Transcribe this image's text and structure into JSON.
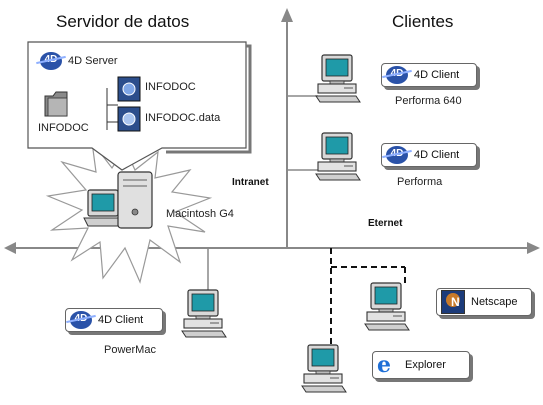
{
  "headings": {
    "server": "Servidor de datos",
    "clients": "Clientes"
  },
  "server_box": {
    "product": "4D Server",
    "folder": "INFODOC",
    "file1": "INFODOC",
    "file2": "INFODOC.data"
  },
  "server_machine": "Macintosh G4",
  "network": {
    "intranet": "Intranet",
    "ethernet": "Eternet"
  },
  "clients": {
    "c1": {
      "app": "4D Client",
      "machine": "Performa 640"
    },
    "c2": {
      "app": "4D Client",
      "machine": "Performa"
    },
    "c3": {
      "app": "4D Client",
      "machine": "PowerMac"
    }
  },
  "browsers": {
    "netscape": "Netscape",
    "explorer": "Explorer"
  },
  "icons": [
    "4d-logo-icon",
    "folder-icon",
    "database-file-icon",
    "computer-icon",
    "server-tower-icon",
    "netscape-icon",
    "explorer-icon"
  ],
  "colors": {
    "line": "#888888",
    "monitor_screen": "#1f9aa8",
    "logo_blue": "#2a52a8"
  }
}
